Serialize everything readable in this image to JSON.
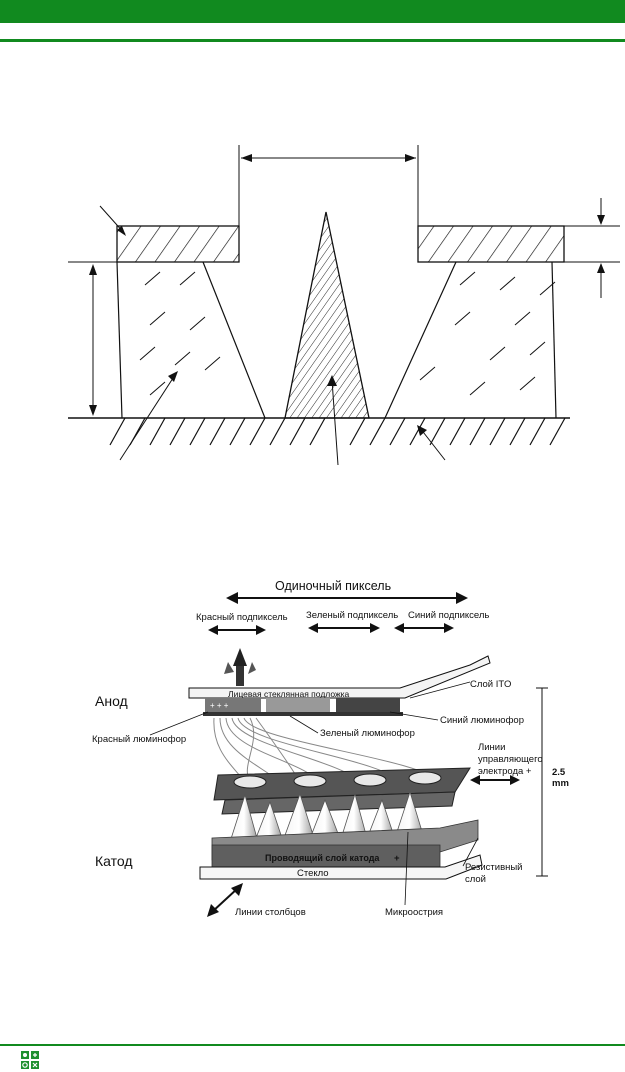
{
  "header": {
    "bar_color": "#118a1f"
  },
  "fed": {
    "single_pixel": "Одиночный пиксель",
    "red_subpixel": "Красный подпиксель",
    "green_subpixel": "Зеленый подпиксель",
    "blue_subpixel": "Синий подпиксель",
    "ito_layer": "Слой ITO",
    "anode": "Анод",
    "face_glass": "Лицевая стеклянная подложка",
    "blue_phosphor": "Синий люминофор",
    "red_phosphor": "Красный люминофор",
    "green_phosphor": "Зеленый люминофор",
    "gate_lines_1": "Линии",
    "gate_lines_2": "управляющего",
    "gate_lines_3": "электрода  +",
    "height_value": "2.5",
    "height_unit": "mm",
    "cathode": "Катод",
    "cathode_layer": "Проводящий слой катода",
    "plus": "+",
    "glass": "Стекло",
    "resistive_1": "Резистивный",
    "resistive_2": "слой",
    "column_lines": "Линии столбцов",
    "microtip": "Микроострия",
    "phosphor_plus": "+ + +"
  },
  "footer": {
    "logo_icon": "institution-logo-icon"
  }
}
